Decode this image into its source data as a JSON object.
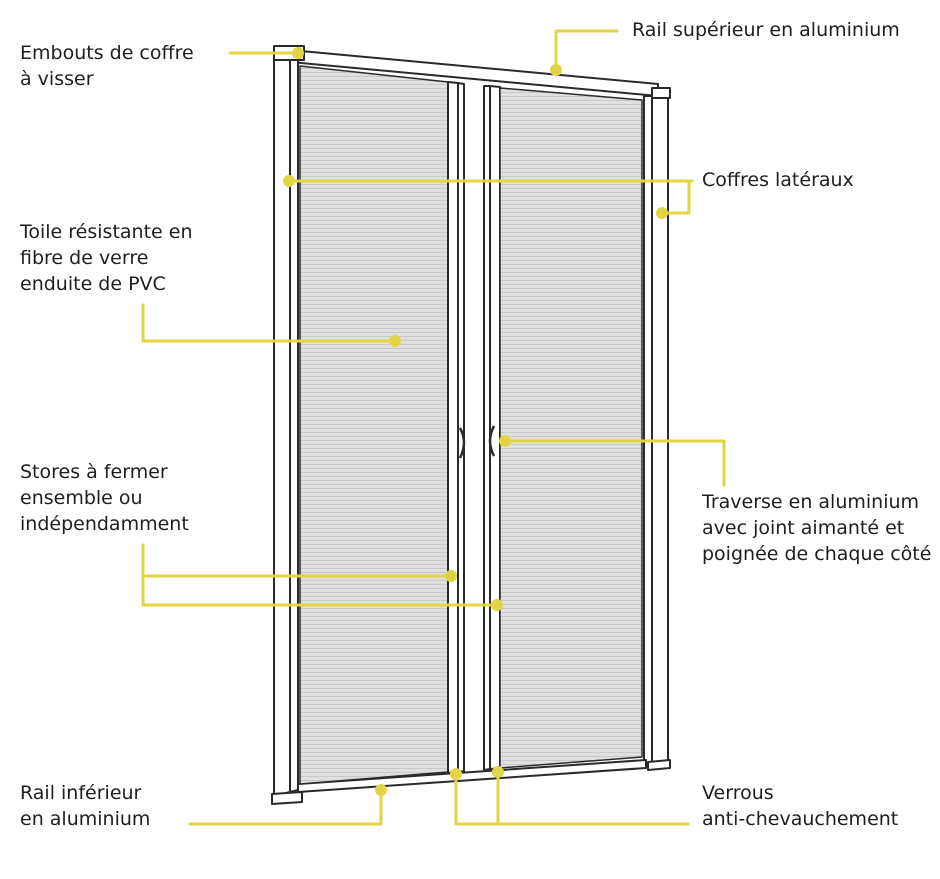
{
  "labels": {
    "embouts": [
      "Embouts de coffre",
      "à visser"
    ],
    "rail_superieur": [
      "Rail supérieur en aluminium"
    ],
    "coffres": [
      "Coffres latéraux"
    ],
    "toile": [
      "Toile résistante en",
      "fibre de verre",
      "enduite de PVC"
    ],
    "stores": [
      "Stores à fermer",
      "ensemble ou",
      "indépendamment"
    ],
    "traverse": [
      "Traverse en aluminium",
      "avec joint aimanté et",
      "poignée de chaque côté"
    ],
    "rail_inferieur": [
      "Rail inférieur",
      "en aluminium"
    ],
    "verrous": [
      "Verrous",
      "anti-chevauchement"
    ]
  },
  "colors": {
    "callout": "#e2d545",
    "outline": "#2a2a2a",
    "frame": "#ffffff",
    "mesh": "#dedede",
    "text": "#1e1e1e",
    "background": "#ffffff"
  },
  "icons": {
    "callout_dot": "filled-circle"
  }
}
